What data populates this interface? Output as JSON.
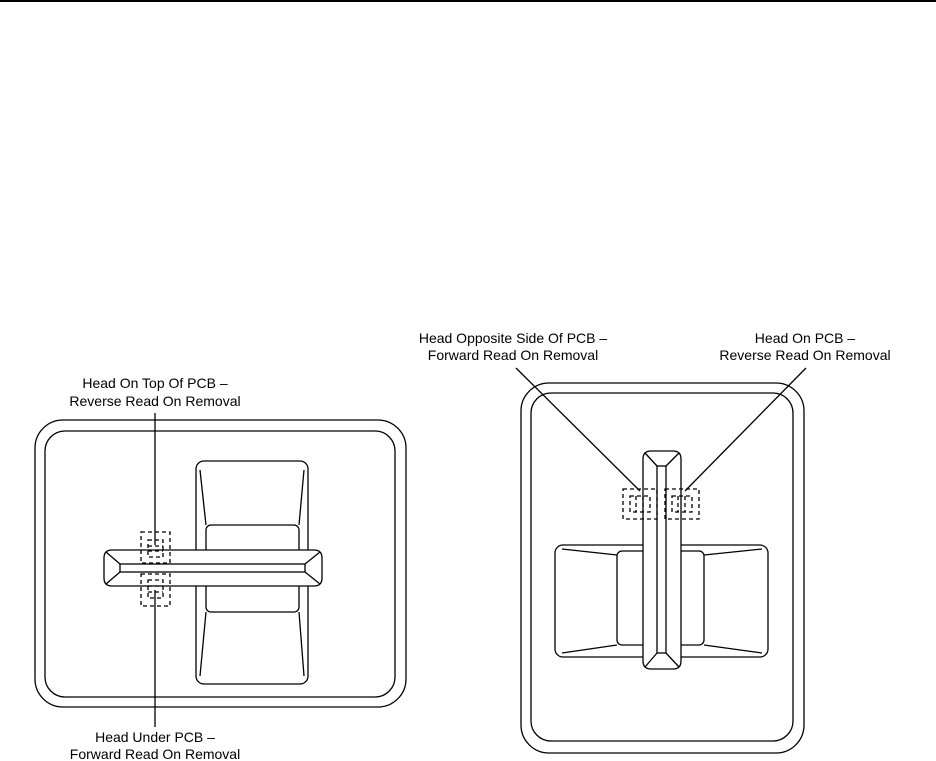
{
  "labels": {
    "head_top": {
      "line1": "Head On Top Of PCB –",
      "line2": "Reverse Read On Removal"
    },
    "head_under": {
      "line1": "Head Under PCB –",
      "line2": "Forward Read On Removal"
    },
    "head_opposite": {
      "line1": "Head Opposite Side Of PCB –",
      "line2": "Forward Read On Removal"
    },
    "head_on": {
      "line1": "Head On PCB –",
      "line2": "Reverse Read On Removal"
    }
  }
}
